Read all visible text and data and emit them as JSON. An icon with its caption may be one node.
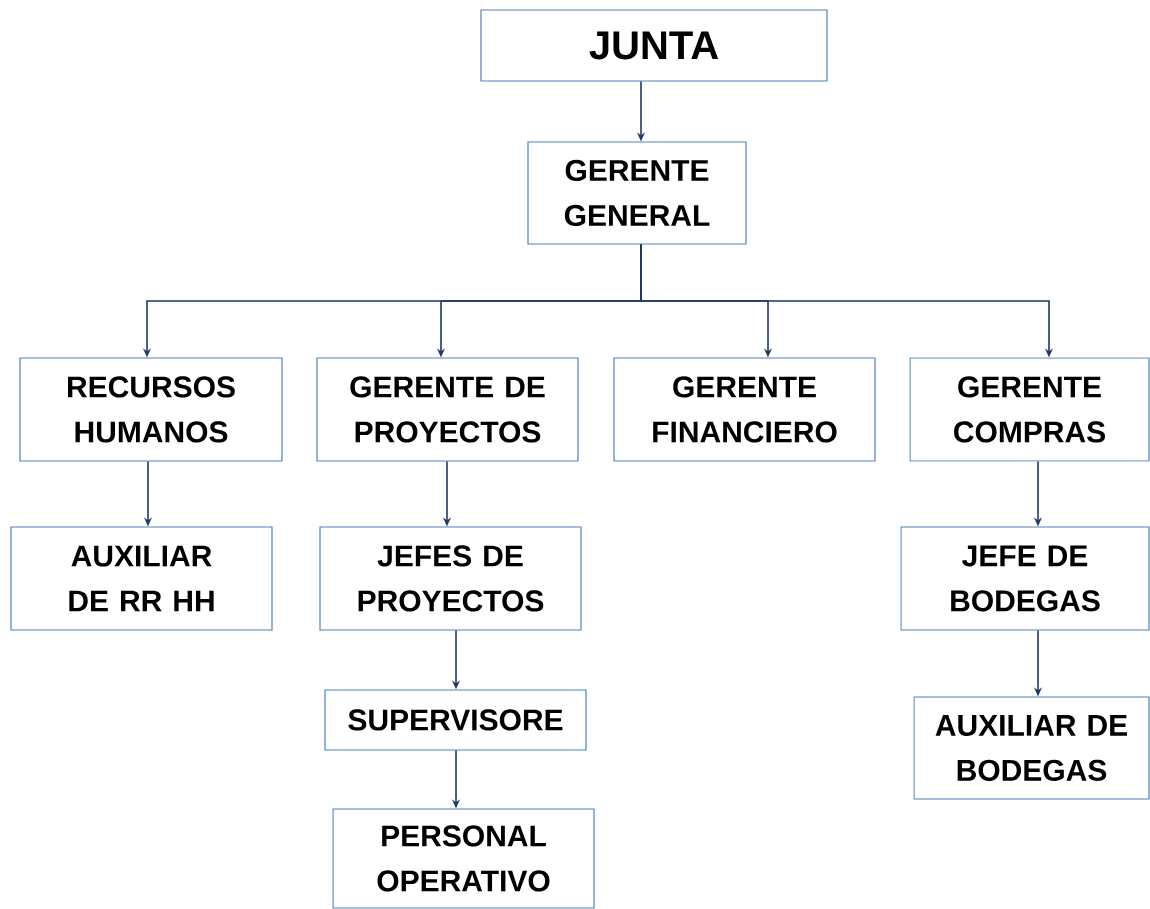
{
  "diagram": {
    "nodes": [
      {
        "text": [
          "JUNTA"
        ]
      },
      {
        "text": [
          "GERENTE GENERAL"
        ]
      },
      {
        "text": [
          "RECURSOS HUMANOS"
        ]
      },
      {
        "text": [
          "GERENTE DE PROYECTOS"
        ]
      },
      {
        "text": [
          "GERENTE FINANCIERO"
        ]
      },
      {
        "text": [
          "GERENTE COMPRAS"
        ]
      },
      {
        "text": [
          "AUXILIAR DE RR HH"
        ]
      },
      {
        "text": [
          "JEFES DE PROYECTOS"
        ]
      },
      {
        "text": [
          "JEFE DE BODEGAS"
        ]
      },
      {
        "text": [
          "SUPERVISORE"
        ]
      },
      {
        "text": [
          "AUXILIAR DE BODEGAS"
        ]
      },
      {
        "text": [
          "PERSONAL OPERATIVO"
        ]
      }
    ],
    "edges": [
      {
        "from": 0,
        "to": 1,
        "arrow": "to"
      },
      {
        "from": 1,
        "to": 2,
        "arrow": "to"
      },
      {
        "from": 1,
        "to": 3,
        "arrow": "to"
      },
      {
        "from": 1,
        "to": 4,
        "arrow": "to"
      },
      {
        "from": 1,
        "to": 5,
        "arrow": "to"
      },
      {
        "from": 2,
        "to": 6,
        "arrow": "to"
      },
      {
        "from": 3,
        "to": 7,
        "arrow": "to"
      },
      {
        "from": 5,
        "to": 8,
        "arrow": "to"
      },
      {
        "from": 7,
        "to": 9,
        "arrow": "to"
      },
      {
        "from": 8,
        "to": 10,
        "arrow": "to"
      },
      {
        "from": 9,
        "to": 11,
        "arrow": "to"
      }
    ]
  }
}
